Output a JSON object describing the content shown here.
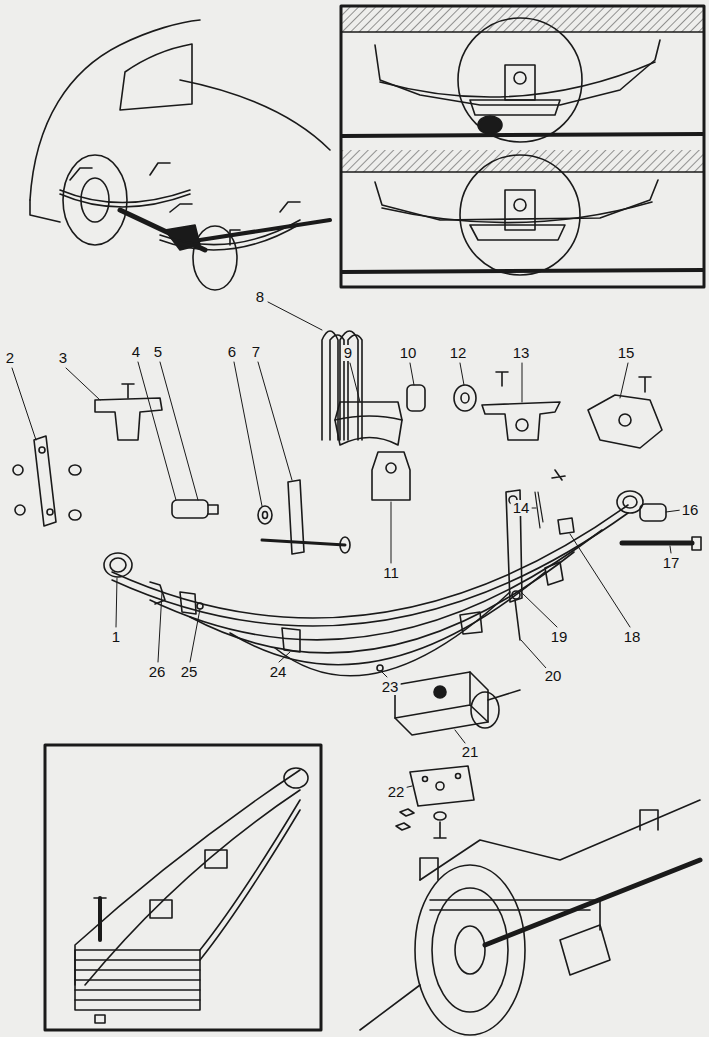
{
  "diagram": {
    "labels": [
      "2",
      "3",
      "4",
      "5",
      "6",
      "7",
      "8",
      "9",
      "10",
      "12",
      "13",
      "15",
      "11",
      "14",
      "16",
      "17",
      "1",
      "26",
      "25",
      "24",
      "23",
      "19",
      "18",
      "20",
      "21",
      "22"
    ]
  }
}
